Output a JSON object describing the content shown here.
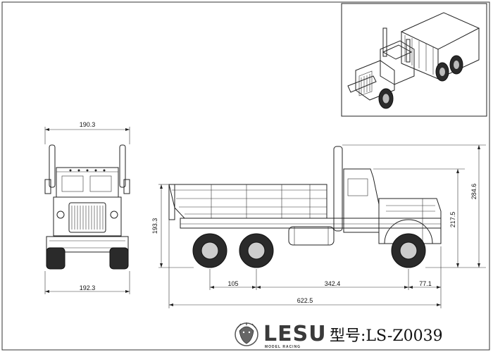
{
  "dimensions": {
    "front_top_width": "190.3",
    "front_bottom_width": "192.3",
    "side_body_height": "193.3",
    "side_cab_height": "217.5",
    "side_total_height": "284.6",
    "rear_overhang": "105",
    "wheelbase": "342.4",
    "front_overhang": "77.1",
    "total_length": "622.5"
  },
  "brand": {
    "name": "LESU",
    "subtitle": "MODEL RACING",
    "model_number": "型号:LS-Z0039"
  },
  "icons": {
    "logo": "lion-head-icon"
  }
}
